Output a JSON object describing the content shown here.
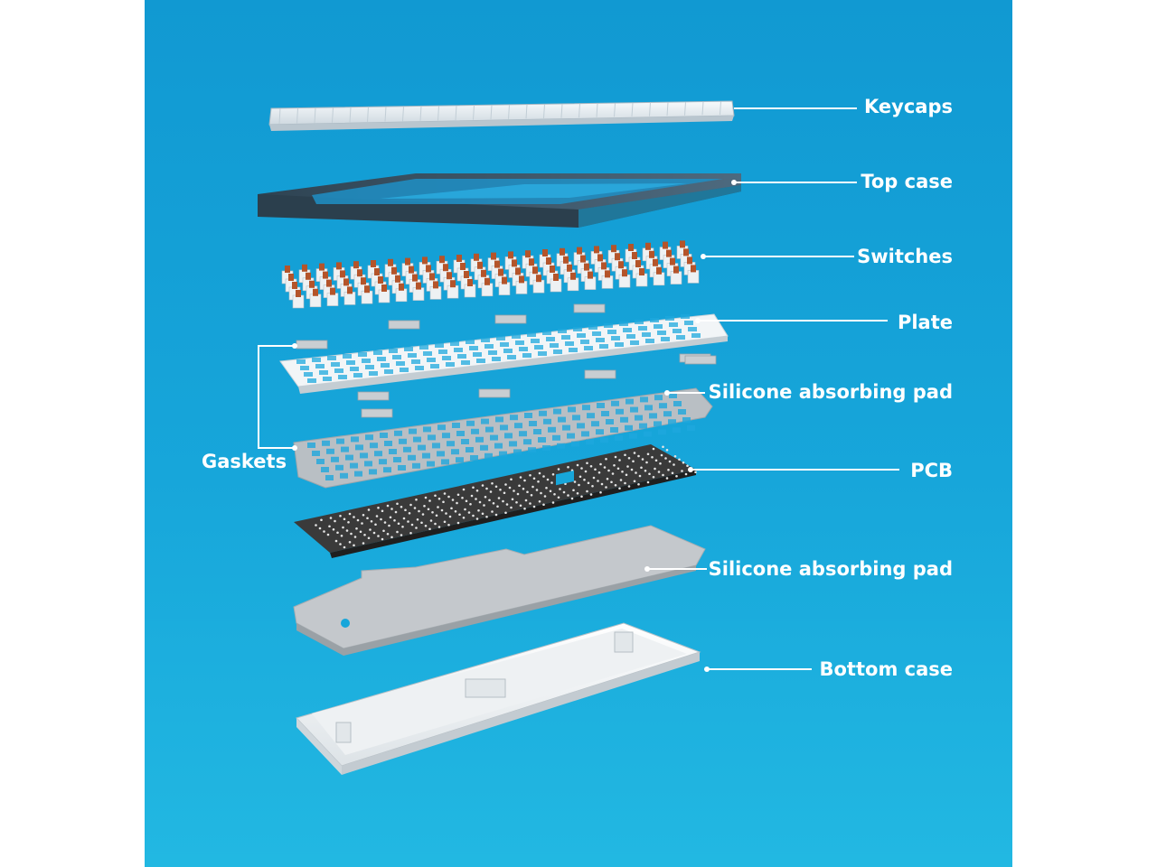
{
  "labels": {
    "keycaps": "Keycaps",
    "top_case": "Top case",
    "switches": "Switches",
    "plate": "Plate",
    "silicone_pad_top": "Silicone absorbing pad",
    "pcb": "PCB",
    "silicone_pad_bottom": "Silicone absorbing pad",
    "bottom_case": "Bottom case",
    "gaskets": "Gaskets"
  },
  "colors": {
    "background_top": "#1199d2",
    "background_bottom": "#22b8e2",
    "keycap_white": "#eef3f6",
    "top_case_slate": "#3b5466",
    "switch_copper": "#b4542a",
    "plate_white": "#f2f5f7",
    "pad_gray": "#b9bfc4",
    "pcb_black": "#3a3a3a",
    "bottom_case_white": "#f4f6f7",
    "leader_line": "#ffffff"
  }
}
